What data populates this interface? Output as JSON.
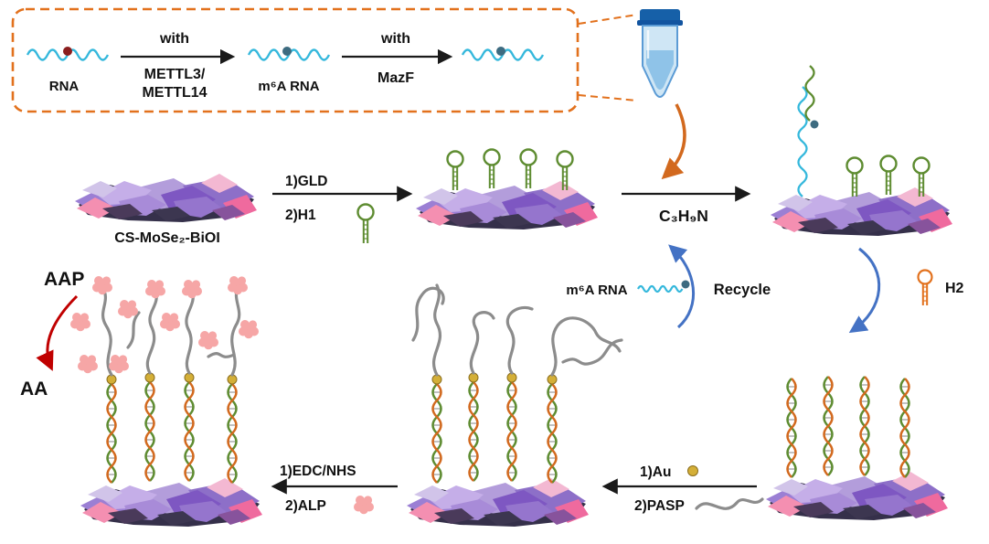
{
  "colors": {
    "accent_orange": "#e2711d",
    "rna_cyan": "#35b8dc",
    "rna_dot_red": "#8b1e1e",
    "m6a_dot_teal": "#3d6b80",
    "hairpin_green": "#5e8c31",
    "helix_orange": "#d2691e",
    "gold": "#d4af37",
    "polymer_gray": "#8c8c8c",
    "alp_pink": "#f6a6a6",
    "recycle_blue": "#4472c4",
    "aap_red": "#c00000",
    "tube_blue": "#1660a8"
  },
  "top_box": {
    "rna_label": "RNA",
    "step1_top": "with",
    "step1_bottom_line1": "METTL3/",
    "step1_bottom_line2": "METTL14",
    "m6a_label": "m⁶A RNA",
    "step2_top": "with",
    "step2_bottom": "MazF"
  },
  "middle_row": {
    "substrate_label": "CS-MoSe₂-BiOI",
    "step_gld": "1)GLD",
    "step_h1": "2)H1",
    "amine_label": "C₃H₉N"
  },
  "recycle": {
    "m6a_label": "m⁶A RNA",
    "recycle_label": "Recycle",
    "h2_label": "H2"
  },
  "bottom_row": {
    "step_au": "1)Au",
    "step_pasp": "2)PASP",
    "step_edc_nhs": "1)EDC/NHS",
    "step_alp": "2)ALP",
    "aap_label": "AAP",
    "aa_label": "AA"
  }
}
